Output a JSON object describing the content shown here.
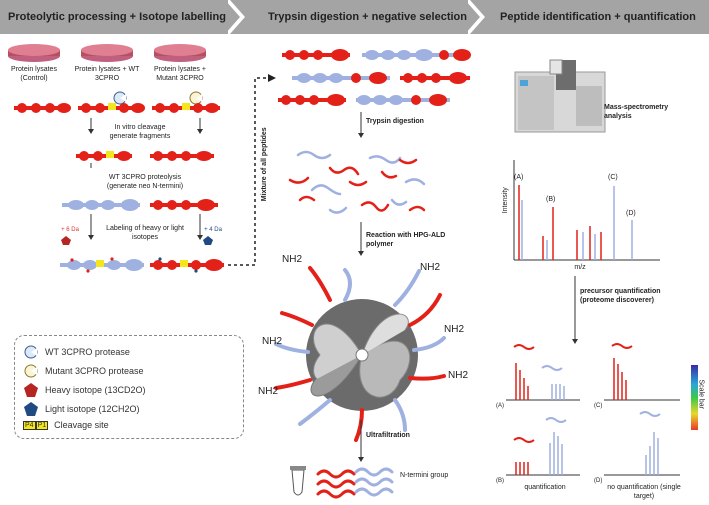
{
  "headers": {
    "step1": "Proteolytic processing + Isotope labelling",
    "step2": "Trypsin digestion + negative selection",
    "step3": "Peptide identification + quantification"
  },
  "panel1": {
    "control": "Protein lysates (Control)",
    "wt": "Protein lysates + WT 3CPRO",
    "mutant": "Protein lysates + Mutant 3CPRO",
    "invitro": "In vitro cleavage generate fragments",
    "wtproteolysis": "WT 3CPRO proteolysis (generate neo N-termini)",
    "labeling": "Labeling of heavy or light isotopes",
    "plus6": "+ 6 Da",
    "plus4": "+ 4 Da",
    "mixture": "Mixture of all peptides"
  },
  "panel2": {
    "trypsin": "Trypsin digestion",
    "reaction": "Reaction with HPG-ALD polymer",
    "ultrafiltration": "Ultrafiltration",
    "ntermini": "N-termini group",
    "nh2": "NH2"
  },
  "panel3": {
    "ms": "Mass-spectrometry analysis",
    "intensity": "Intensity",
    "mz": "m/z",
    "peakA": "(A)",
    "peakB": "(B)",
    "peakC": "(C)",
    "peakD": "(D)",
    "precursor": "precursor quantification (proteome discoverer)",
    "scalebar": "Scale bar",
    "quantification": "quantification",
    "noquant": "no quantification (single target)",
    "spA": "(A)",
    "spB": "(B)",
    "spC": "(C)",
    "spD": "(D)"
  },
  "legend": {
    "wt": "WT 3CPRO protease",
    "mutant": "Mutant 3CPRO protease",
    "heavy": "Heavy isotope (13CD2O)",
    "light": "Light isotope (12CH2O)",
    "p4": "P4",
    "p1": "P1",
    "cleavage": "Cleavage site"
  },
  "colors": {
    "red": "#e32119",
    "blue": "#9fb1e0",
    "header": "#a4a4a4"
  }
}
